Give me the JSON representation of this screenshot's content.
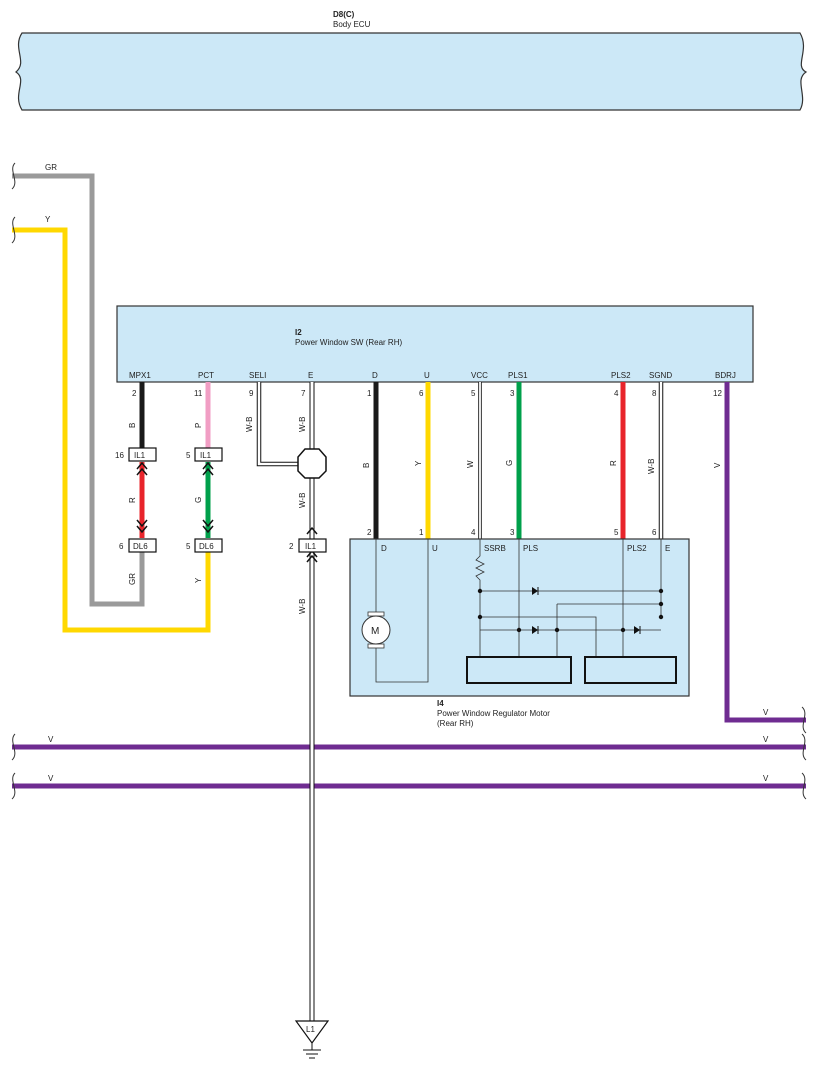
{
  "ecu": {
    "code": "D8(C)",
    "name": "Body ECU"
  },
  "inputs": {
    "gr": "GR",
    "y": "Y"
  },
  "switch": {
    "code": "I2",
    "name": "Power Window SW (Rear RH)",
    "terminals": [
      "MPX1",
      "PCT",
      "SELI",
      "E",
      "D",
      "U",
      "VCC",
      "PLS1",
      "PLS2",
      "SGND",
      "BDRJ"
    ],
    "pins": [
      "2",
      "11",
      "9",
      "7",
      "1",
      "6",
      "5",
      "3",
      "4",
      "8",
      "12"
    ]
  },
  "wire_colors": {
    "mpx_top": "B",
    "mpx_mid": "R",
    "mpx_bot": "GR",
    "pct_top": "P",
    "pct_mid": "G",
    "pct_bot": "Y",
    "seli": "W-B",
    "e_top": "W-B",
    "e_mid": "W-B",
    "e_bot": "W-B",
    "d": "B",
    "u": "Y",
    "vcc": "W",
    "pls1": "G",
    "pls2": "R",
    "sgnd": "W-B",
    "bdrj": "V"
  },
  "connectors": {
    "il1_a": {
      "name": "IL1",
      "pin": "16"
    },
    "il1_b": {
      "name": "IL1",
      "pin": "5"
    },
    "dl6_a": {
      "name": "DL6",
      "pin": "6"
    },
    "dl6_b": {
      "name": "DL6",
      "pin": "5"
    },
    "il1_c": {
      "name": "IL1",
      "pin": "2"
    }
  },
  "motor": {
    "code": "I4",
    "name_line1": "Power Window Regulator Motor",
    "name_line2": "(Rear RH)",
    "terminals": [
      "D",
      "U",
      "SSRB",
      "PLS",
      "PLS2",
      "E"
    ],
    "pins": [
      "2",
      "1",
      "4",
      "3",
      "5",
      "6"
    ],
    "symbol": "M"
  },
  "bus": {
    "v1": "V",
    "v2": "V",
    "v3": "V",
    "v4": "V",
    "v5": "V"
  },
  "ground": {
    "name": "L1"
  },
  "colors": {
    "gray": "#9a9a9a",
    "yellow": "#ffd800",
    "black": "#1a1a1a",
    "pink": "#f19ec4",
    "red": "#e8242b",
    "green": "#00a04b",
    "purple": "#6f2c91",
    "box": "#cce8f7"
  }
}
